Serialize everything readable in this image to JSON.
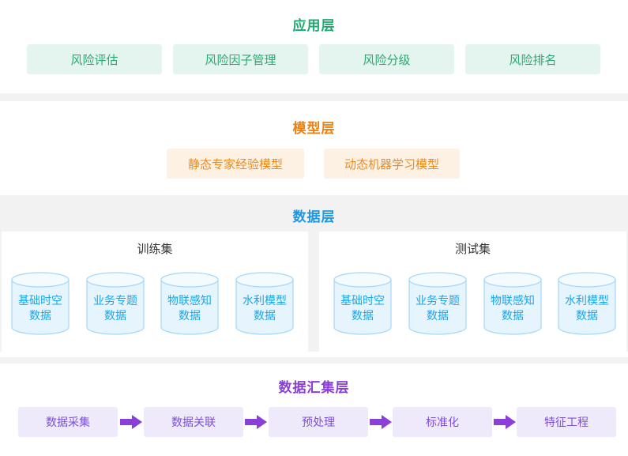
{
  "application_layer": {
    "title": "应用层",
    "items": [
      "风险评估",
      "风险因子管理",
      "风险分级",
      "风险排名"
    ]
  },
  "model_layer": {
    "title": "模型层",
    "items": [
      "静态专家经验模型",
      "动态机器学习模型"
    ]
  },
  "data_layer": {
    "title": "数据层",
    "training": {
      "title": "训练集",
      "dbs": [
        {
          "line1": "基础时空",
          "line2": "数据"
        },
        {
          "line1": "业务专题",
          "line2": "数据"
        },
        {
          "line1": "物联感知",
          "line2": "数据"
        },
        {
          "line1": "水利模型",
          "line2": "数据"
        }
      ]
    },
    "testing": {
      "title": "测试集",
      "dbs": [
        {
          "line1": "基础时空",
          "line2": "数据"
        },
        {
          "line1": "业务专题",
          "line2": "数据"
        },
        {
          "line1": "物联感知",
          "line2": "数据"
        },
        {
          "line1": "水利模型",
          "line2": "数据"
        }
      ]
    }
  },
  "aggregation_layer": {
    "title": "数据汇集层",
    "steps": [
      "数据采集",
      "数据关联",
      "预处理",
      "标准化",
      "特征工程"
    ]
  },
  "colors": {
    "green": "#1daa6e",
    "orange": "#ee7f10",
    "blue": "#1a98e6",
    "purple": "#8a3fd6"
  }
}
